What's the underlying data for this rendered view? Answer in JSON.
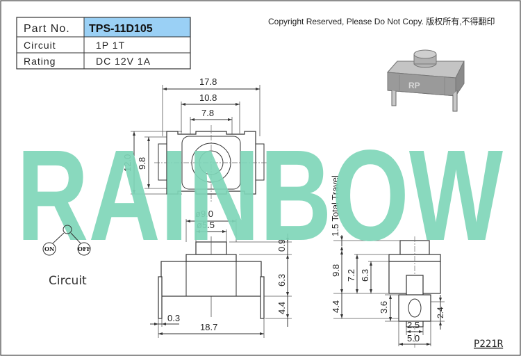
{
  "copyright": "Copyright Reserved, Please Do Not Copy. 版权所有,不得翻印",
  "watermark": "RAINBOW",
  "colors": {
    "watermark": "#7fd6b8",
    "spec_highlight": "#9ad0f5"
  },
  "spec_table": {
    "rows": [
      {
        "label": "Part No.",
        "value": "TPS-11D105"
      },
      {
        "label": "Circuit",
        "value": "1P 1T"
      },
      {
        "label": "Rating",
        "value": "DC 12V 1A"
      }
    ]
  },
  "circuit": {
    "label": "Circuit",
    "on": "ON",
    "off": "OFF"
  },
  "product_marking": "RP",
  "dimensions": {
    "top_view": {
      "overall_width": "17.8",
      "body_width": "10.8",
      "inner_width": "7.8",
      "overall_height": "12.0",
      "inner_height": "9.8"
    },
    "front_view": {
      "button_outer_dia": "ø9.0",
      "button_dia": "ø5.5",
      "button_height": "0.9",
      "body_height": "6.3",
      "terminal_length": "4.4",
      "terminal_thickness": "0.3",
      "overall_width": "18.7"
    },
    "side_view": {
      "total_travel": "1.5 Total Travel",
      "overall_height": "9.8",
      "height_to_button": "7.2",
      "body_height": "6.3",
      "terminal_length": "4.4",
      "terminal_hole_height": "3.6",
      "terminal_end": "2.4",
      "terminal_hole_width": "2.5",
      "terminal_width": "5.0"
    }
  },
  "drawing_number": "P221R"
}
